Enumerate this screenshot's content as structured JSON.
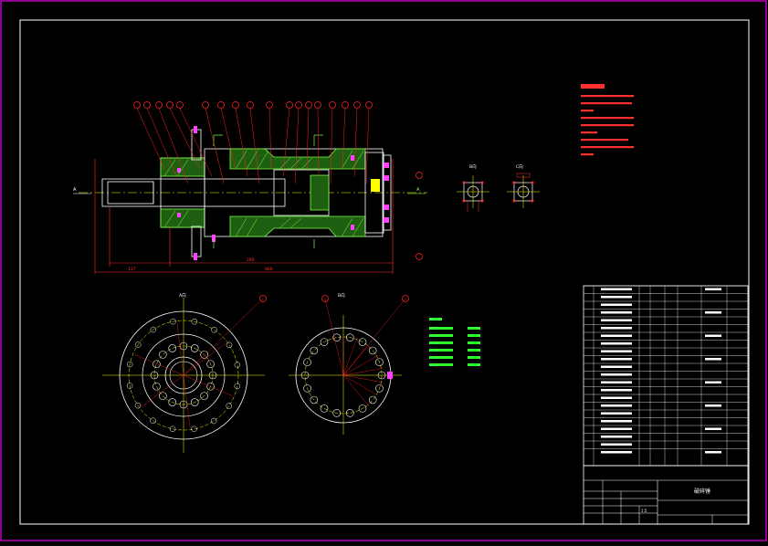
{
  "colors": {
    "background": "#000000",
    "frame": "#ffffff",
    "outer_frame": "#c000c0",
    "balloon": "#ff2020",
    "section_hatch": "#7fff3f",
    "center_line": "#ffff00",
    "notes_text": "#ff3030",
    "spec_text": "#30ff30",
    "bolt": "#ff40ff",
    "dimension": "#ff3030"
  },
  "view_labels": {
    "section_left": "A",
    "section_right": "A",
    "view_b": "B向",
    "view_c": "C向",
    "flange_a": "A向",
    "flange_b": "B向"
  },
  "dimensions": {
    "left_offset": "137",
    "mid_length": "280",
    "total_length": "860"
  },
  "title_block": {
    "drawing_name": "破碎锤",
    "scale": "1:5"
  },
  "icons": {
    "balloon": "circle-balloon-icon",
    "center_mark": "center-cross-icon",
    "cut_arrow": "section-arrow-icon"
  }
}
